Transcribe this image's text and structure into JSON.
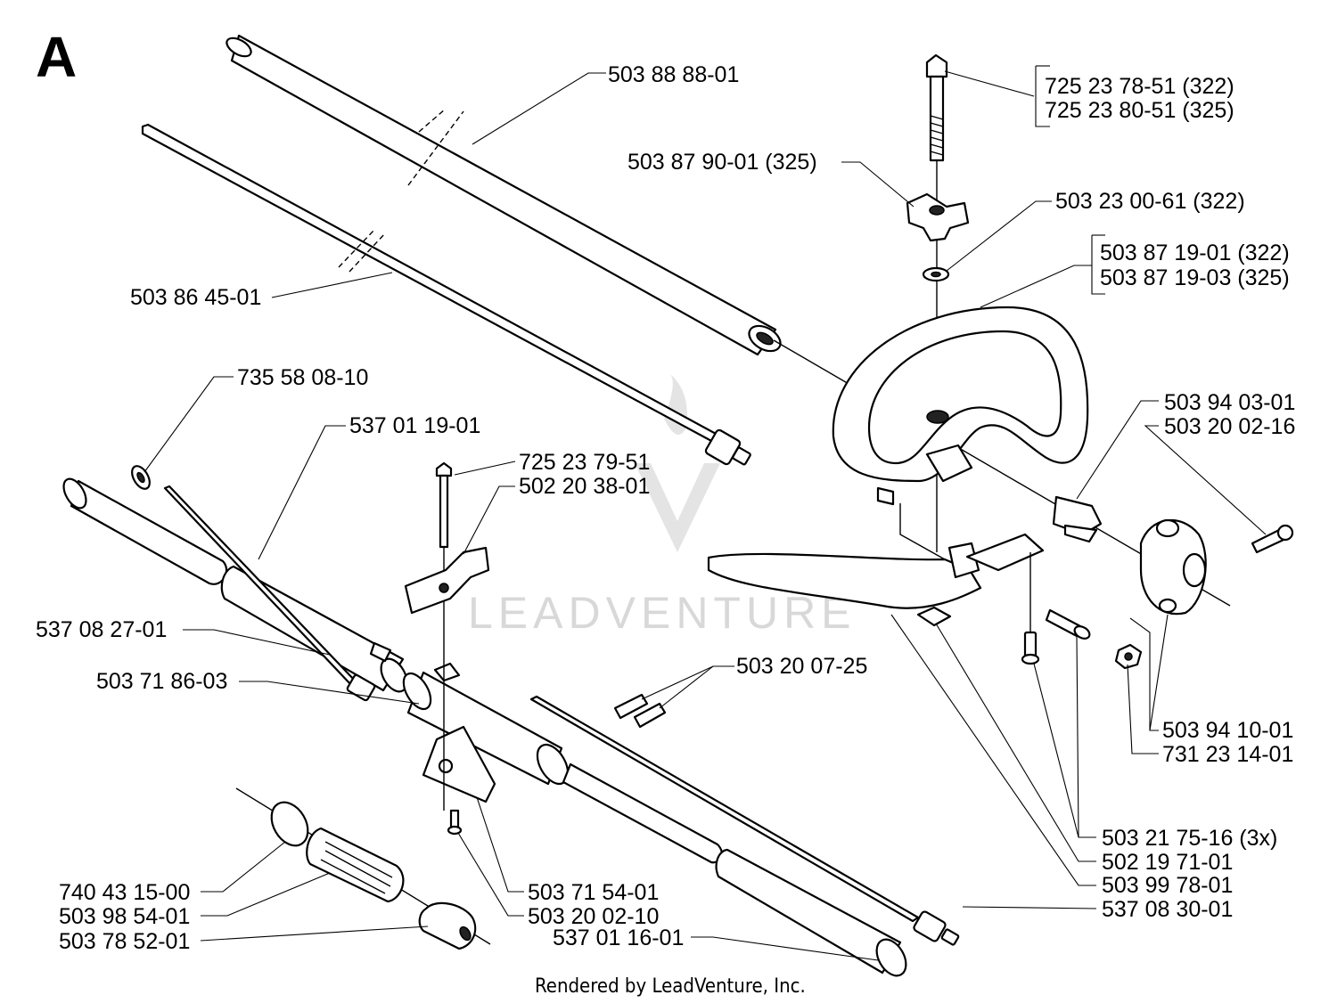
{
  "section_letter": "A",
  "watermark": "LEADVENTURE",
  "footer": "Rendered by LeadVenture, Inc.",
  "part_labels": [
    "503 88 88-01",
    "725 23 78-51 (322)",
    "725 23 80-51 (325)",
    "503 87 90-01 (325)",
    "503 23 00-61 (322)",
    "503 87 19-01 (322)",
    "503 87 19-03 (325)",
    "503 86 45-01",
    "735 58 08-10",
    "537 01 19-01",
    "725 23 79-51",
    "502 20 38-01",
    "503 94 03-01",
    "503 20 02-16",
    "537 08 27-01",
    "503 71 86-03",
    "503 20 07-25",
    "503 94 10-01",
    "731 23 14-01",
    "503 21 75-16 (3x)",
    "502 19 71-01",
    "503 99 78-01",
    "537 08 30-01",
    "740 43 15-00",
    "503 71 54-01",
    "503 98 54-01",
    "503 20 02-10",
    "503 78 52-01",
    "537 01 16-01"
  ]
}
